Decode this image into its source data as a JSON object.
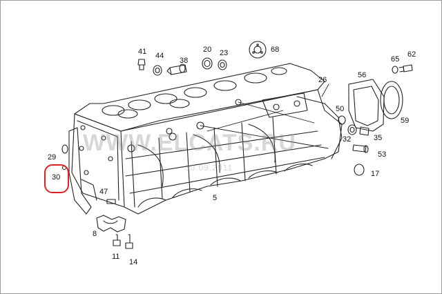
{
  "part_labels": {
    "p41": "41",
    "p44": "44",
    "p38": "38",
    "p20": "20",
    "p23": "23",
    "p68": "68",
    "p65": "65",
    "p62": "62",
    "p56": "56",
    "p26": "26",
    "p50": "50",
    "p59": "59",
    "p32": "32",
    "p35": "35",
    "p53": "53",
    "p17": "17",
    "p29": "29",
    "p30": "30",
    "p47": "47",
    "p5": "5",
    "p8": "8",
    "p11": "11",
    "p14": "14"
  },
  "watermark": {
    "site": "WWW.ELCATS.RU",
    "date": "30.09.2011"
  },
  "highlight": {
    "part": "30",
    "color": "#e02020"
  }
}
